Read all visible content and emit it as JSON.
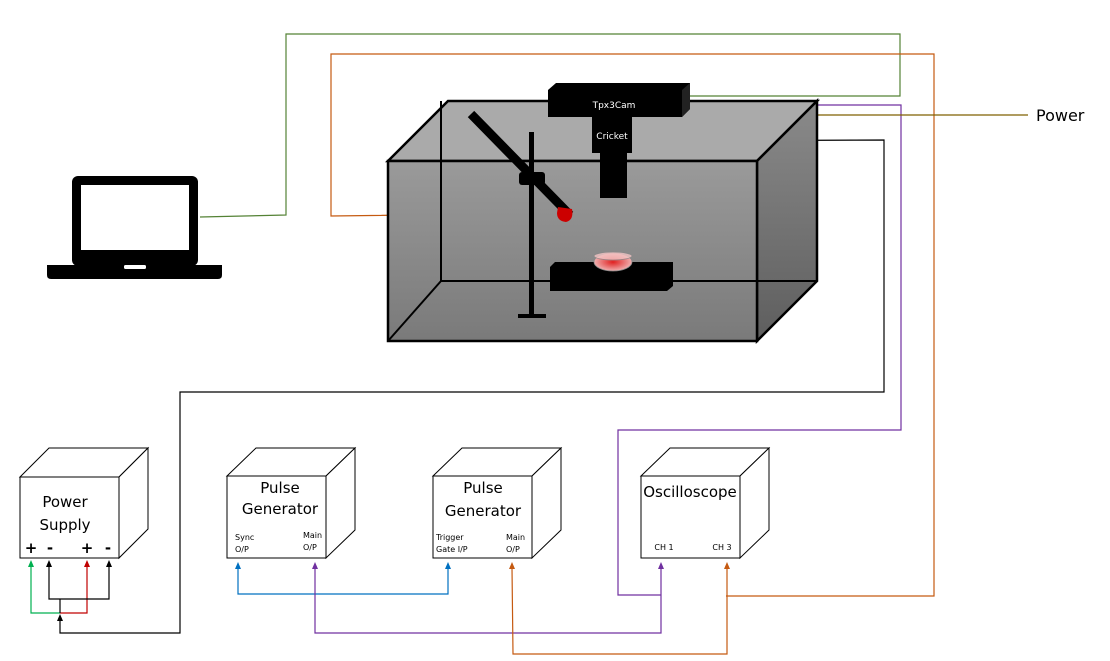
{
  "diagram": {
    "title": "",
    "components": {
      "camera": {
        "label": "Tpx3Cam"
      },
      "cricket": {
        "label": "Cricket"
      },
      "power_label": "Power",
      "power_supply": {
        "label_line1": "Power",
        "label_line2": "Supply",
        "terminals": [
          "+",
          "-",
          "+",
          "-"
        ]
      },
      "pulse_generator_1": {
        "label_line1": "Pulse",
        "label_line2": "Generator",
        "port_left_1": "Sync",
        "port_left_2": "O/P",
        "port_right_1": "Main",
        "port_right_2": "O/P"
      },
      "pulse_generator_2": {
        "label_line1": "Pulse",
        "label_line2": "Generator",
        "port_left_1": "Trigger",
        "port_left_2": "Gate I/P",
        "port_right_1": "Main",
        "port_right_2": "O/P"
      },
      "oscilloscope": {
        "label": "Oscilloscope",
        "ch1": "CH 1",
        "ch3": "CH 3"
      }
    },
    "wire_colors": {
      "laptop_to_camera": "#548235",
      "laser_to_pg2_main_to_ch3": "#c55a11",
      "camera_to_ch1_to_pg1_main": "#7030a0",
      "camera_power": "#7f6000",
      "cricket_to_power_supply": "#000000",
      "sync_to_trigger": "#0070c0",
      "ps_plus1": "#00b050",
      "ps_plus2": "#c00000"
    }
  }
}
